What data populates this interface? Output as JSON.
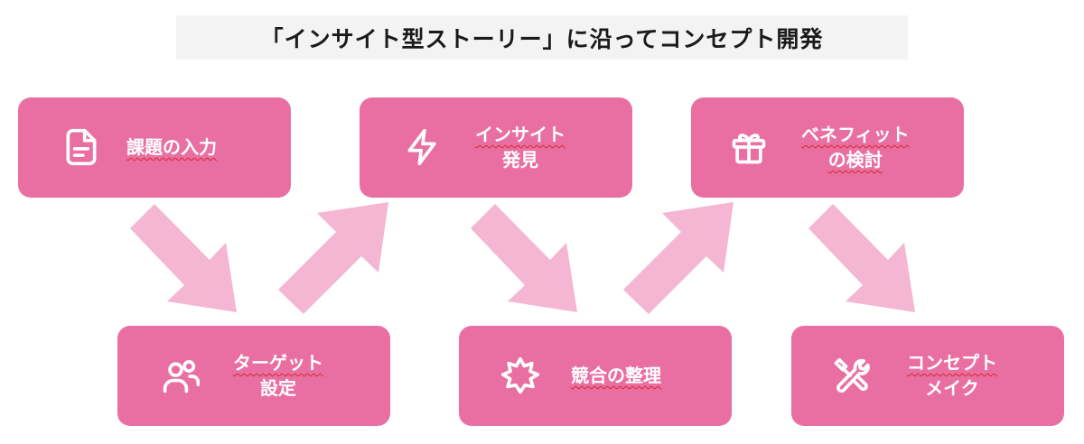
{
  "title": "「インサイト型ストーリー」に沿ってコンセプト開発",
  "colors": {
    "box": "#e96fa3",
    "arrow": "#f4b6d2",
    "title_bg": "#f3f3f3"
  },
  "steps": [
    {
      "id": "input",
      "icon": "document-icon",
      "lines": [
        "課題の入力"
      ]
    },
    {
      "id": "target",
      "icon": "users-icon",
      "lines": [
        "ターゲット",
        "設定"
      ]
    },
    {
      "id": "insight",
      "icon": "lightning-icon",
      "lines": [
        "インサイト",
        "発見"
      ]
    },
    {
      "id": "competition",
      "icon": "burst-icon",
      "lines": [
        "競合の整理"
      ]
    },
    {
      "id": "benefit",
      "icon": "gift-icon",
      "lines": [
        "ベネフィット",
        "の検討"
      ]
    },
    {
      "id": "concept",
      "icon": "tools-icon",
      "lines": [
        "コンセプト",
        "メイク"
      ]
    }
  ]
}
